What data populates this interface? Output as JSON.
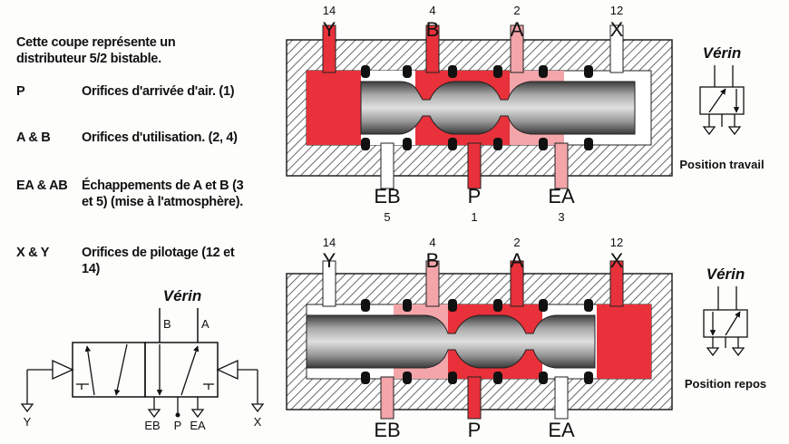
{
  "intro": "Cette coupe représente un distributeur 5/2 bistable.",
  "legend": [
    {
      "term": "P",
      "def": "Orifices d'arrivée d'air. (1)"
    },
    {
      "term": "A & B",
      "def": "Orifices d'utilisation. (2, 4)"
    },
    {
      "term": "EA & AB",
      "def": "Échappements de A et B (3 et 5) (mise à l'atmosphère)."
    },
    {
      "term": "X & Y",
      "def": "Orifices de pilotage (12 et 14)"
    }
  ],
  "top_section": {
    "ports_top": [
      {
        "num": "14",
        "letter": "Y"
      },
      {
        "num": "4",
        "letter": "B"
      },
      {
        "num": "2",
        "letter": "A"
      },
      {
        "num": "12",
        "letter": "X"
      }
    ],
    "ports_bottom": [
      {
        "letter": "EB",
        "num": "5"
      },
      {
        "letter": "P",
        "num": "1"
      },
      {
        "letter": "EA",
        "num": "3"
      }
    ],
    "symbol_title": "Vérin",
    "caption": "Position travail"
  },
  "bottom_section": {
    "ports_top": [
      {
        "num": "14",
        "letter": "Y"
      },
      {
        "num": "4",
        "letter": "B"
      },
      {
        "num": "2",
        "letter": "A"
      },
      {
        "num": "12",
        "letter": "X"
      }
    ],
    "ports_bottom": [
      {
        "letter": "EB"
      },
      {
        "letter": "P"
      },
      {
        "letter": "EA"
      }
    ],
    "symbol_title": "Vérin",
    "caption": "Position repos"
  },
  "schematic": {
    "title": "Vérin",
    "labels": {
      "b": "B",
      "a": "A",
      "eb": "EB",
      "p": "P",
      "ea": "EA",
      "y": "Y",
      "x": "X"
    }
  },
  "colors": {
    "pressure": "#e8313a",
    "exhaust": "#f3a5aa",
    "body_hatch": "#555555",
    "spool": "#8a8a8a"
  }
}
